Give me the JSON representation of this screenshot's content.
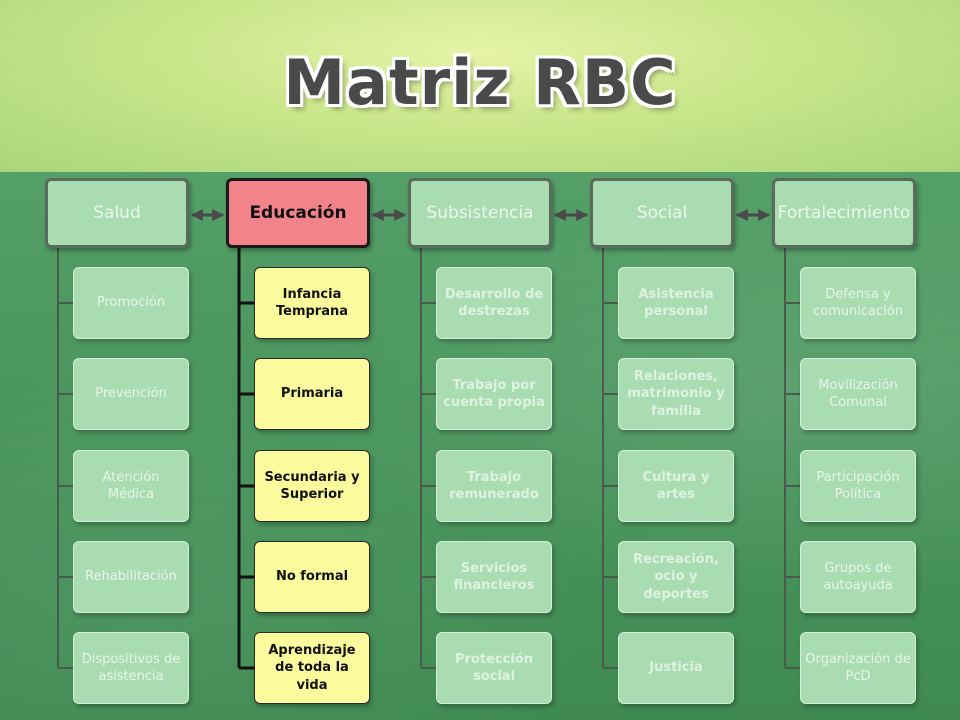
{
  "title": "Matriz RBC",
  "columns": [
    {
      "header": "Salud",
      "state": "faded",
      "items": [
        "Promoción",
        "Prevención",
        "Atención Médica",
        "Rehabilitación",
        "Dispositivos de asistencia"
      ]
    },
    {
      "header": "Educación",
      "state": "active",
      "items": [
        "Infancia Temprana",
        "Primaria",
        "Secundaria y Superior",
        "No formal",
        "Aprendizaje de toda la vida"
      ]
    },
    {
      "header": "Subsistencia",
      "state": "faded",
      "items": [
        "Desarrollo de destrezas",
        "Trabajo por cuenta propia",
        "Trabajo remunerado",
        "Servicios financieros",
        "Protección social"
      ]
    },
    {
      "header": "Social",
      "state": "faded",
      "items": [
        "Asistencia personal",
        "Relaciones, matrimonio y familia",
        "Cultura y artes",
        "Recreación, ocio y deportes",
        "Justicia"
      ]
    },
    {
      "header": "Fortalecimiento",
      "state": "faded",
      "items": [
        "Defensa y comunicación",
        "Movilización Comunal",
        "Participación Política",
        "Grupos de autoayuda",
        "Organización de PcD"
      ]
    }
  ],
  "colors": {
    "active_header": "#f2838b",
    "active_item": "#fbfa9c",
    "faded_box": "#a9dcb1",
    "arrow": "#4a4a4a"
  }
}
